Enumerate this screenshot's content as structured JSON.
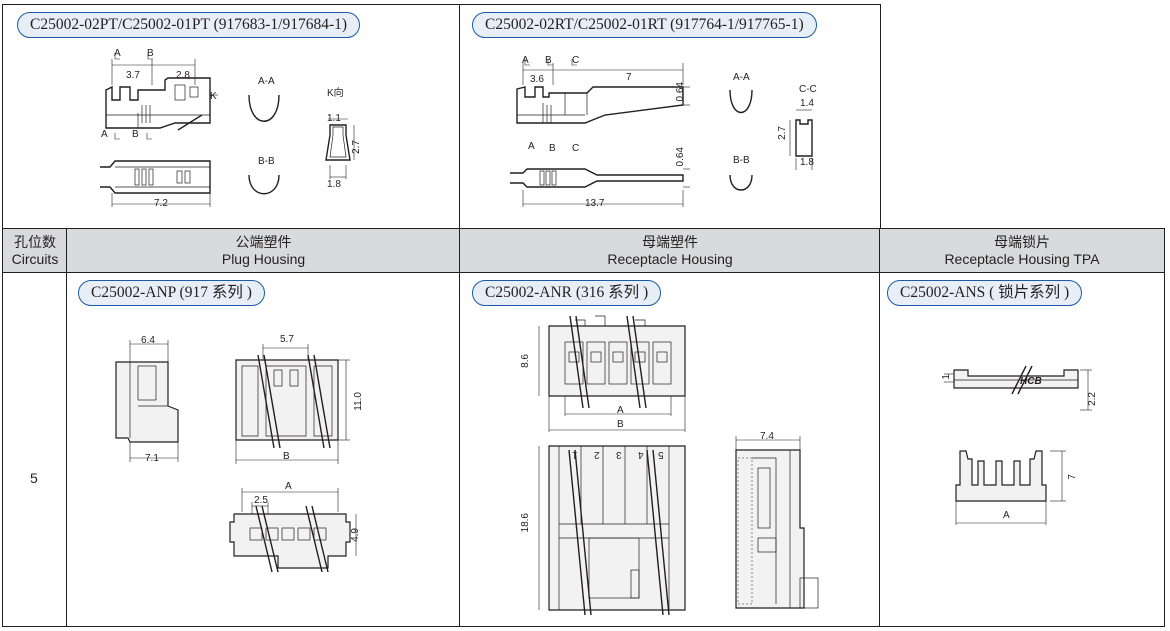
{
  "terminals": {
    "plug_title": "C25002-02PT/C25002-01PT (917683-1/917684-1)",
    "rec_title": "C25002-02RT/C25002-01RT (917764-1/917765-1)",
    "plug_dims": {
      "a": "A",
      "b": "B",
      "d37": "3.7",
      "d28": "2.8",
      "k": "K",
      "aa": "A-A",
      "kview": "K向",
      "d11": "1.1",
      "d27": "2.7",
      "d18": "1.8",
      "bb": "B-B",
      "d72": "7.2",
      "a2": "A",
      "b2": "B"
    },
    "rec_dims": {
      "a": "A",
      "b": "B",
      "c": "C",
      "d36": "3.6",
      "d7": "7",
      "d064": "0.64",
      "aa": "A-A",
      "cc": "C-C",
      "d14": "1.4",
      "d27": "2.7",
      "d18": "1.8",
      "bb": "B-B",
      "d064b": "0.64",
      "d137": "13.7",
      "a2": "A",
      "b2": "B",
      "c2": "C"
    }
  },
  "header": {
    "circuits_cn": "孔位数",
    "circuits_en": "Circuits",
    "plug_cn": "公端塑件",
    "plug_en": "Plug Housing",
    "rec_cn": "母端塑件",
    "rec_en": "Receptacle Housing",
    "tpa_cn": "母端锁片",
    "tpa_en": "Receptacle Housing TPA"
  },
  "row": {
    "circuits": "5",
    "plug_title": "C25002-ANP (917 系列 )",
    "rec_title": "C25002-ANR (316 系列 )",
    "tpa_title": "C25002-ANS ( 锁片系列 )"
  },
  "plug_housing_dims": {
    "d64": "6.4",
    "d71": "7.1",
    "d57": "5.7",
    "d110": "11.0",
    "b": "B",
    "a": "A",
    "d25": "2.5",
    "d49": "4.9"
  },
  "rec_housing_dims": {
    "d86": "8.6",
    "a": "A",
    "b": "B",
    "d186": "18.6",
    "d74": "7.4",
    "n1": "1",
    "n2": "2",
    "n3": "3",
    "n4": "4",
    "n5": "5"
  },
  "tpa_dims": {
    "d1": "1",
    "d22": "2.2",
    "hcb": "HCB",
    "d7": "7",
    "a": "A"
  }
}
